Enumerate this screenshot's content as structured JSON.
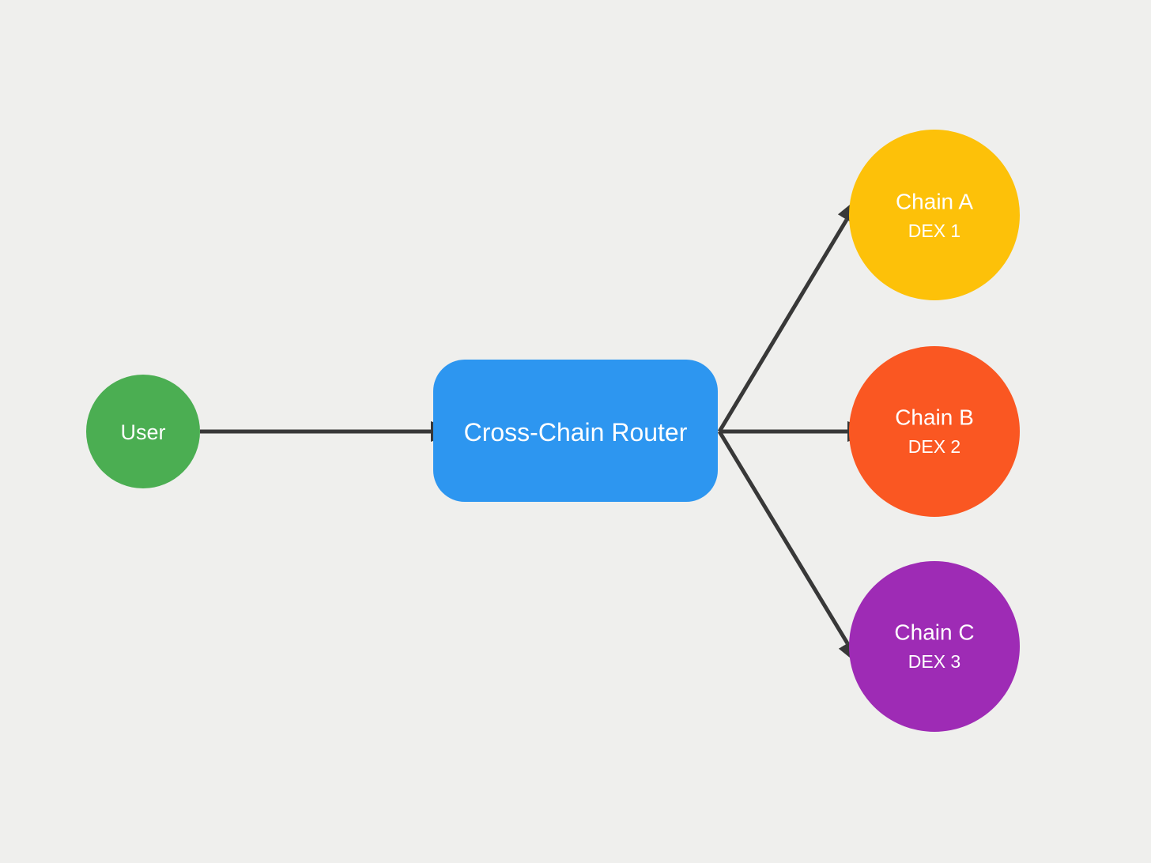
{
  "diagram": {
    "background_color": "#EFEFED",
    "arrow_color": "#383838",
    "nodes": {
      "user": {
        "label": "User",
        "shape": "circle",
        "color": "#4BAE52",
        "text_color": "#FFFFFF"
      },
      "router": {
        "label": "Cross-Chain Router",
        "shape": "rounded-rectangle",
        "color": "#2D96F0",
        "text_color": "#FFFFFF"
      },
      "chain_a": {
        "label": "Chain A",
        "sublabel": "DEX 1",
        "shape": "circle",
        "color": "#FDC109",
        "text_color": "#FFFFFF"
      },
      "chain_b": {
        "label": "Chain B",
        "sublabel": "DEX 2",
        "shape": "circle",
        "color": "#FA5722",
        "text_color": "#FFFFFF"
      },
      "chain_c": {
        "label": "Chain C",
        "sublabel": "DEX 3",
        "shape": "circle",
        "color": "#9E2BB5",
        "text_color": "#FFFFFF"
      }
    },
    "edges": [
      {
        "from": "user",
        "to": "router"
      },
      {
        "from": "router",
        "to": "chain_a"
      },
      {
        "from": "router",
        "to": "chain_b"
      },
      {
        "from": "router",
        "to": "chain_c"
      }
    ]
  }
}
